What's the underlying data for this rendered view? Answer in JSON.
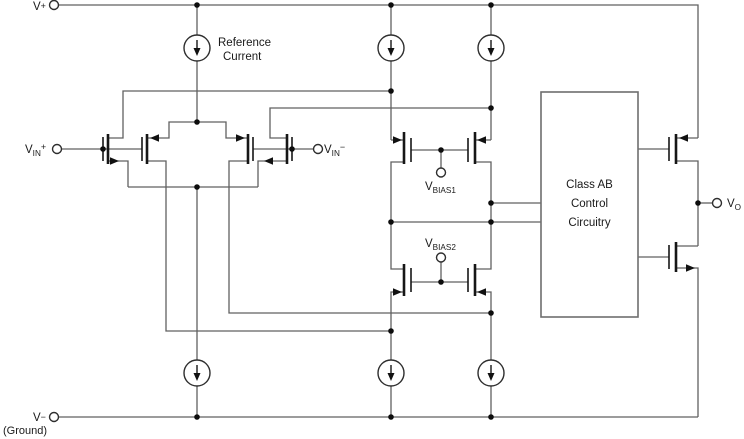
{
  "diagram": {
    "labels": {
      "v_plus": {
        "base": "V",
        "sign": "+"
      },
      "v_minus": {
        "base": "V",
        "sign": "−"
      },
      "ground": "(Ground)",
      "vin_plus": {
        "base": "V",
        "sub": "IN",
        "sign": "+"
      },
      "vin_minus": {
        "base": "V",
        "sub": "IN",
        "sign": "−"
      },
      "vbias1": {
        "base": "V",
        "sub": "BIAS1"
      },
      "vbias2": {
        "base": "V",
        "sub": "BIAS2"
      },
      "vout": {
        "base": "V",
        "sub": "O"
      },
      "reference_current": {
        "line1": "Reference",
        "line2": "Current"
      },
      "class_ab_box": {
        "line1": "Class AB",
        "line2": "Control",
        "line3": "Circuitry"
      }
    },
    "colors": {
      "background": "#ffffff",
      "wire": "#606060",
      "symbol": "#161616",
      "text": "#1a1a1a"
    }
  }
}
